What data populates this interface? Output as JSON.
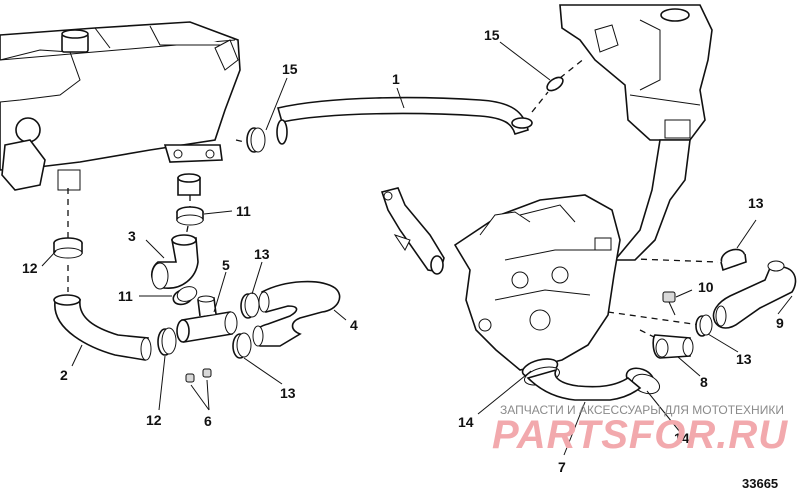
{
  "callouts": [
    "15",
    "1",
    "15",
    "11",
    "3",
    "12",
    "5",
    "13",
    "11",
    "4",
    "2",
    "12",
    "6",
    "13",
    "13",
    "10",
    "9",
    "13",
    "8",
    "14",
    "14",
    "7"
  ],
  "watermark": {
    "caption": "ЗАПЧАСТИ И АКСЕССУАРЫ ДЛЯ МОТОТЕХНИКИ",
    "brand": "PARTSFOR.RU"
  },
  "figure_number": "33665"
}
